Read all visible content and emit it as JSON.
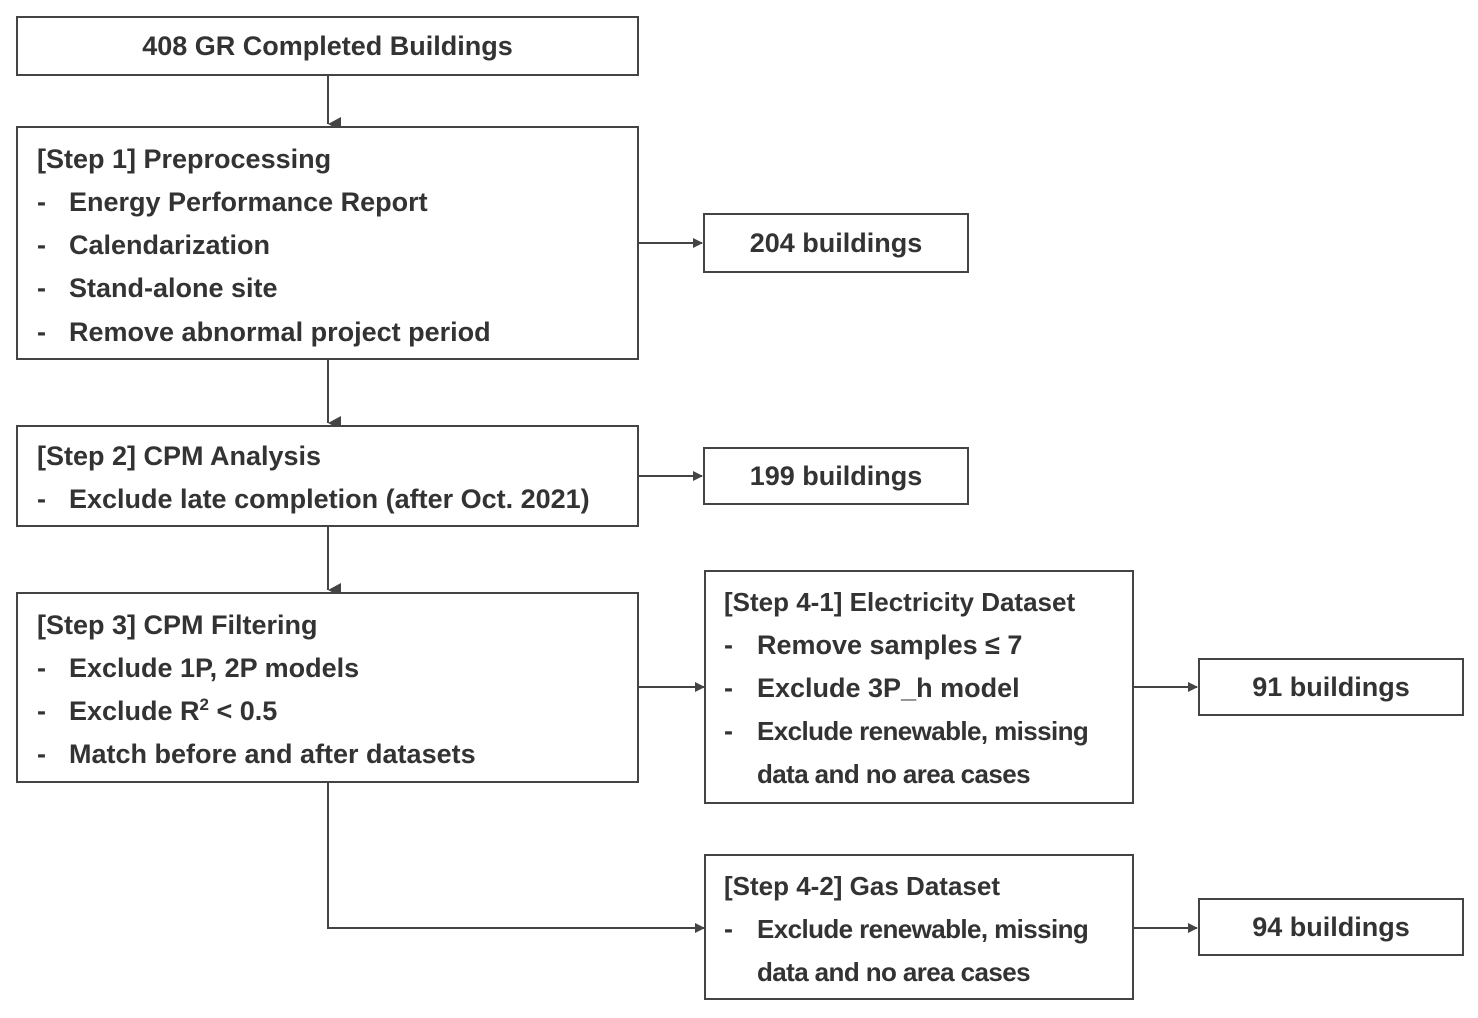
{
  "top": {
    "label": "408 GR Completed Buildings"
  },
  "step1": {
    "title": "[Step 1] Preprocessing",
    "items": [
      "Energy Performance Report",
      "Calendarization",
      "Stand-alone site",
      "Remove abnormal project period"
    ],
    "result": "204 buildings"
  },
  "step2": {
    "title": "[Step 2] CPM Analysis",
    "items": [
      "Exclude late completion (after Oct. 2021)"
    ],
    "result": "199 buildings"
  },
  "step3": {
    "title": "[Step 3] CPM Filtering",
    "item1": "Exclude 1P, 2P models",
    "item2_pre": "Exclude R",
    "item2_sup": "2",
    "item2_post": " < 0.5",
    "item3": "Match before and after datasets"
  },
  "step41": {
    "title": "[Step 4-1] Electricity Dataset",
    "items": [
      "Remove samples ≤ 7",
      "Exclude 3P_h model",
      "Exclude renewable, missing",
      "data and no area cases"
    ],
    "result": "91 buildings"
  },
  "step42": {
    "title": "[Step 4-2] Gas Dataset",
    "items": [
      "Exclude renewable, missing",
      "data and no area cases"
    ],
    "result": "94 buildings"
  },
  "dash": "-"
}
